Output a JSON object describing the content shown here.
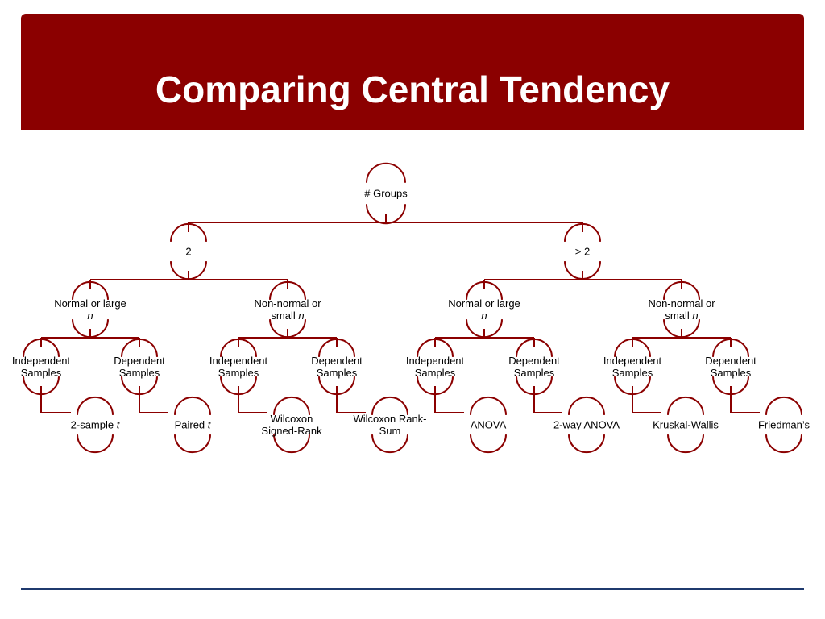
{
  "slide": {
    "title": "Comparing Central Tendency"
  },
  "colors": {
    "title_bar": "#8b0000",
    "connector": "#8b0000",
    "bottom_rule": "#1f3a6e"
  },
  "tree": {
    "root": "# Groups",
    "groups": [
      "2",
      "> 2"
    ],
    "normality": [
      {
        "line1": "Normal or large",
        "line2": "n"
      },
      {
        "line1": "Non-normal or",
        "line2": "small ",
        "italic": "n"
      },
      {
        "line1": "Normal or large",
        "line2": "n"
      },
      {
        "line1": "Non-normal or",
        "line2": "small ",
        "italic": "n"
      }
    ],
    "samples": [
      [
        "Independent",
        "Samples"
      ],
      [
        "Dependent",
        "Samples"
      ],
      [
        "Independent",
        "Samples"
      ],
      [
        "Dependent",
        "Samples"
      ],
      [
        "Independent",
        "Samples"
      ],
      [
        "Dependent",
        "Samples"
      ],
      [
        "Independent",
        "Samples"
      ],
      [
        "Dependent",
        "Samples"
      ]
    ],
    "tests": [
      {
        "text": "2-sample ",
        "italic": "t"
      },
      {
        "text": "Paired ",
        "italic": "t"
      },
      {
        "text": "Wilcoxon\nSigned-Rank"
      },
      {
        "text": "Wilcoxon Rank-\nSum"
      },
      {
        "text": "ANOVA"
      },
      {
        "text": "2-way ANOVA"
      },
      {
        "text": "Kruskal-Wallis"
      },
      {
        "text": "Friedman’s"
      }
    ]
  }
}
